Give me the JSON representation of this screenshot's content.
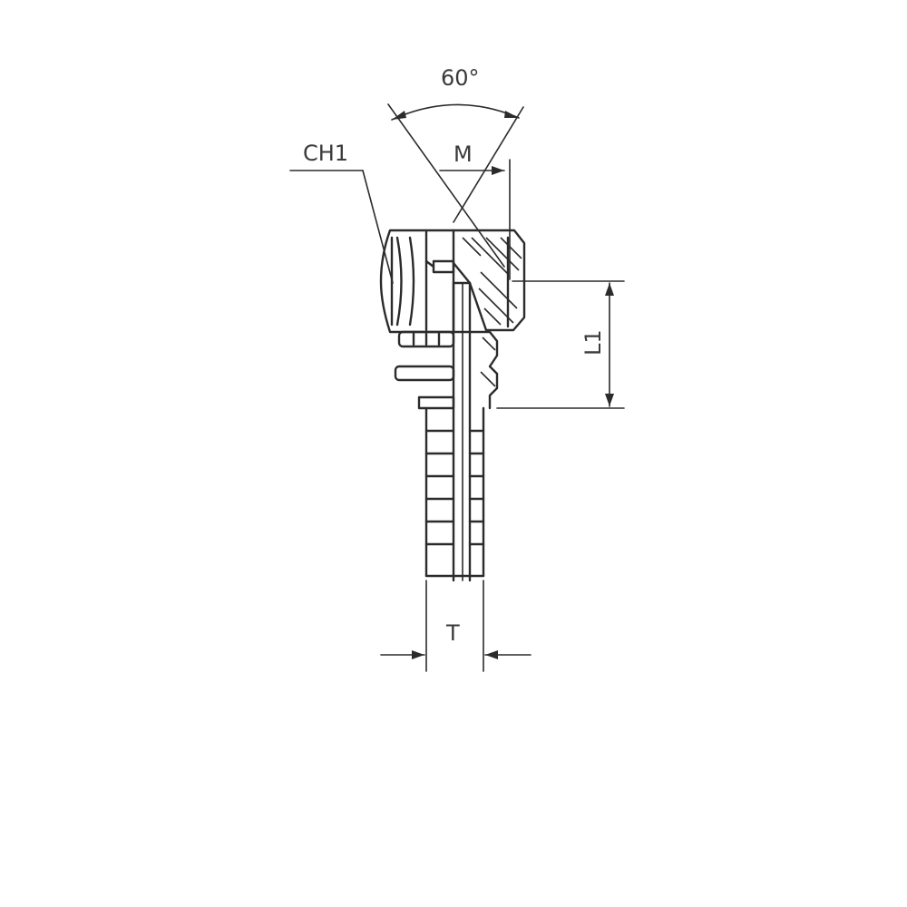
{
  "labels": {
    "angle": "60°",
    "m": "M",
    "ch1": "CH1",
    "l1": "L1",
    "t": "T"
  },
  "colors": {
    "line": "#2b2b2b",
    "text": "#3a3a3a",
    "background": "#ffffff"
  }
}
